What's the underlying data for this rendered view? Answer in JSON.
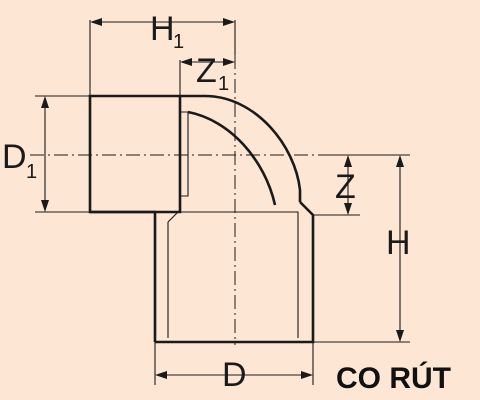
{
  "labels": {
    "h1_main": "H",
    "h1_sub": "1",
    "z1_main": "Z",
    "z1_sub": "1",
    "d1_main": "D",
    "d1_sub": "1",
    "z": "Z",
    "h": "H",
    "d": "D"
  },
  "title": "CO RÚT",
  "colors": {
    "background": "#fde6d4",
    "line": "#1a1a1a"
  }
}
